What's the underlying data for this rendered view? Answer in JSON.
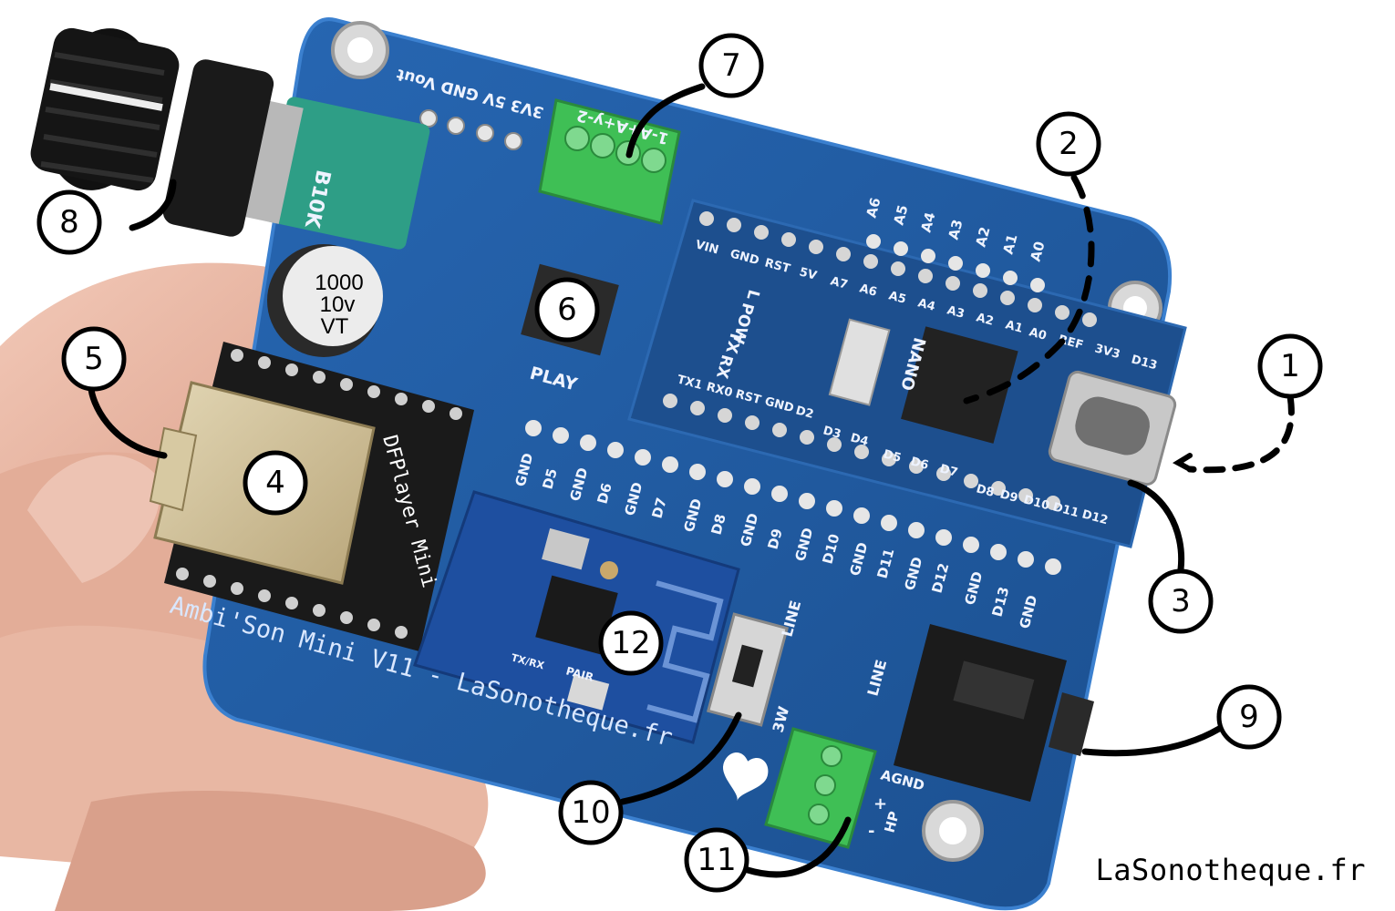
{
  "board": {
    "title": "Ambi'Son Mini V11 - LaSonotheque.fr",
    "module_name": "DFPlayer Mini",
    "play_label": "PLAY",
    "pair_label": "PAIR",
    "txrx_label": "TX/RX",
    "line_label": "LINE",
    "line_out_label": "LINE",
    "w3_label": "3W",
    "agnd_label": "AGND",
    "hp_label": "HP",
    "plus_label": "+",
    "minus_label": "-",
    "top_header": "3V3  5V  GND  Vout",
    "terminal_label": "1-A+A+y-2",
    "capacitor": [
      "1000",
      "10v",
      "VT"
    ],
    "pot_label": "B10K",
    "nano_label": "NANO",
    "led_labels": [
      "L",
      "POW",
      "TX",
      "RX"
    ],
    "bottom_pins": [
      "GND",
      "D5",
      "GND",
      "D6",
      "GND",
      "D7",
      "GND",
      "D8",
      "GND",
      "D9",
      "GND",
      "D10",
      "GND",
      "D11",
      "GND",
      "D12",
      "GND",
      "D13",
      "GND"
    ],
    "nano_top_pins": [
      "VIN",
      "GND",
      "RST",
      "5V",
      "A7",
      "A6",
      "A5",
      "A4",
      "A3",
      "A2",
      "A1",
      "A0",
      "REF",
      "3V3",
      "D13"
    ],
    "nano_bottom_pins": [
      "TX1",
      "RX0",
      "RST",
      "GND",
      "D2",
      "D3",
      "D4",
      "D5",
      "D6",
      "D7",
      "D8",
      "D9",
      "D10",
      "D11",
      "D12"
    ],
    "analog_header": [
      "A6",
      "A5",
      "A4",
      "A3",
      "A2",
      "A1",
      "A0"
    ]
  },
  "callouts": [
    "1",
    "2",
    "3",
    "4",
    "5",
    "6",
    "7",
    "8",
    "9",
    "10",
    "11",
    "12"
  ],
  "watermark": "LaSonotheque.fr",
  "colors": {
    "pcb": "#1f5a9e",
    "pcb_edge": "#2a6fbf",
    "nano": "#1d4f8e",
    "terminal": "#3fbf55",
    "sd": "#c9b98a",
    "dfplayer": "#1a1a1a",
    "skin": "#e7b8a6",
    "knob": "#111111",
    "pot": "#2e9e86"
  }
}
